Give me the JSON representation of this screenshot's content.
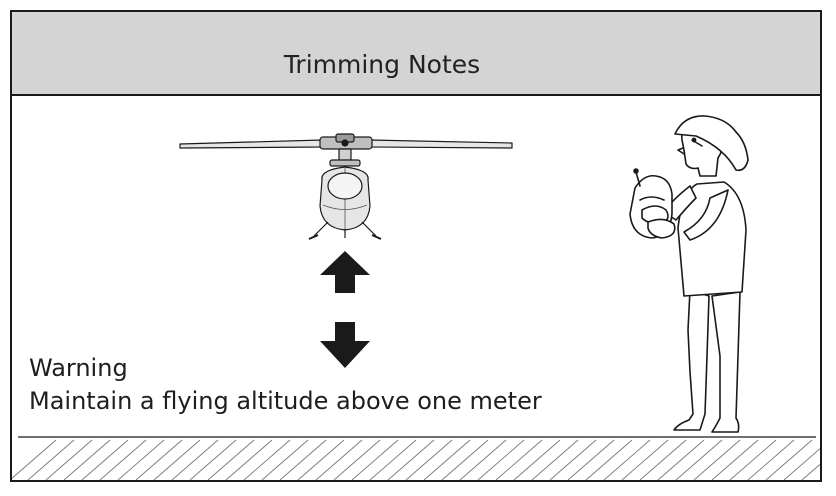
{
  "header": {
    "title": "Trimming Notes"
  },
  "warning": {
    "heading": "Warning",
    "message": "Maintain a flying altitude above one meter"
  },
  "icons": {
    "helicopter": "helicopter-icon",
    "up_arrow": "arrow-up-icon",
    "down_arrow": "arrow-down-icon",
    "pilot": "pilot-with-controller-icon"
  },
  "colors": {
    "header_background": "#d4d4d4",
    "line": "#1a1a1a",
    "helicopter_body": "#e6e6e6"
  }
}
